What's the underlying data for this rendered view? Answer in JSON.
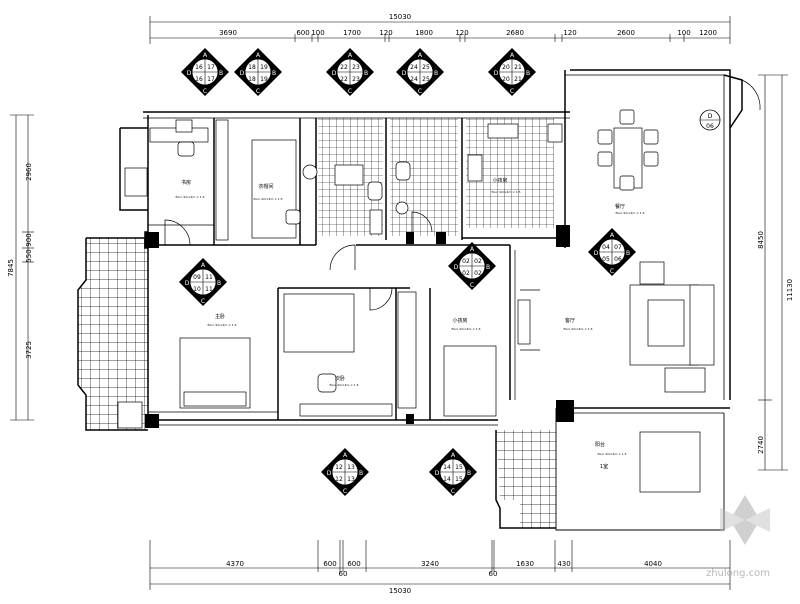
{
  "plan": {
    "total_width_top": "15030",
    "total_width_bottom": "15030",
    "top_dims": [
      "3690",
      "600",
      "100",
      "1700",
      "120",
      "1800",
      "120",
      "2680",
      "120",
      "2600",
      "100",
      "1200"
    ],
    "bottom_dims": [
      "4370",
      "600",
      "60",
      "600",
      "3240",
      "60",
      "1630",
      "430",
      "4040"
    ],
    "left_dims": [
      "2960",
      "900",
      "550",
      "7845",
      "3725"
    ],
    "right_dims": [
      "8450",
      "11130",
      "2740"
    ],
    "rooms": {
      "study": "书房",
      "master_bedroom": "主卧",
      "bedroom2": "次卧",
      "bedroom3": "小孩房",
      "storage": "衣帽间",
      "dining": "餐厅",
      "living": "客厅",
      "balcony": "阳台",
      "balcony_sub": "1室"
    },
    "room_sub": "floor 4m×4m × 1.5",
    "watermark": "zhulong.com"
  },
  "tags": [
    {
      "id": "t1",
      "top": "A",
      "left": "D",
      "right": "B",
      "bottom": "C",
      "n1": "16",
      "n2": "17",
      "n3": "16",
      "n4": "17"
    },
    {
      "id": "t2",
      "top": "A",
      "left": "D",
      "right": "B",
      "bottom": "C",
      "n1": "18",
      "n2": "19",
      "n3": "18",
      "n4": "19"
    },
    {
      "id": "t3",
      "top": "A",
      "left": "D",
      "right": "B",
      "bottom": "C",
      "n1": "22",
      "n2": "23",
      "n3": "22",
      "n4": "23"
    },
    {
      "id": "t4",
      "top": "A",
      "left": "D",
      "right": "B",
      "bottom": "C",
      "n1": "24",
      "n2": "25",
      "n3": "24",
      "n4": "25"
    },
    {
      "id": "t5",
      "top": "A",
      "left": "D",
      "right": "B",
      "bottom": "C",
      "n1": "20",
      "n2": "21",
      "n3": "20",
      "n4": "21"
    },
    {
      "id": "t6",
      "top": "A",
      "left": "D",
      "right": "B",
      "bottom": "C",
      "n1": "09",
      "n2": "11",
      "n3": "10",
      "n4": "11"
    },
    {
      "id": "t7",
      "top": "A",
      "left": "D",
      "right": "B",
      "bottom": "C",
      "n1": "02",
      "n2": "02",
      "n3": "02",
      "n4": "02"
    },
    {
      "id": "t8",
      "top": "A",
      "left": "D",
      "right": "B",
      "bottom": "C",
      "n1": "04",
      "n2": "07",
      "n3": "05",
      "n4": "06"
    },
    {
      "id": "t9",
      "top": "A",
      "left": "D",
      "right": "B",
      "bottom": "C",
      "n1": "12",
      "n2": "13",
      "n3": "12",
      "n4": "13"
    },
    {
      "id": "t10",
      "top": "A",
      "left": "D",
      "right": "B",
      "bottom": "C",
      "n1": "14",
      "n2": "15",
      "n3": "14",
      "n4": "15"
    }
  ],
  "small_tag": {
    "top": "D",
    "bottom": "06"
  }
}
